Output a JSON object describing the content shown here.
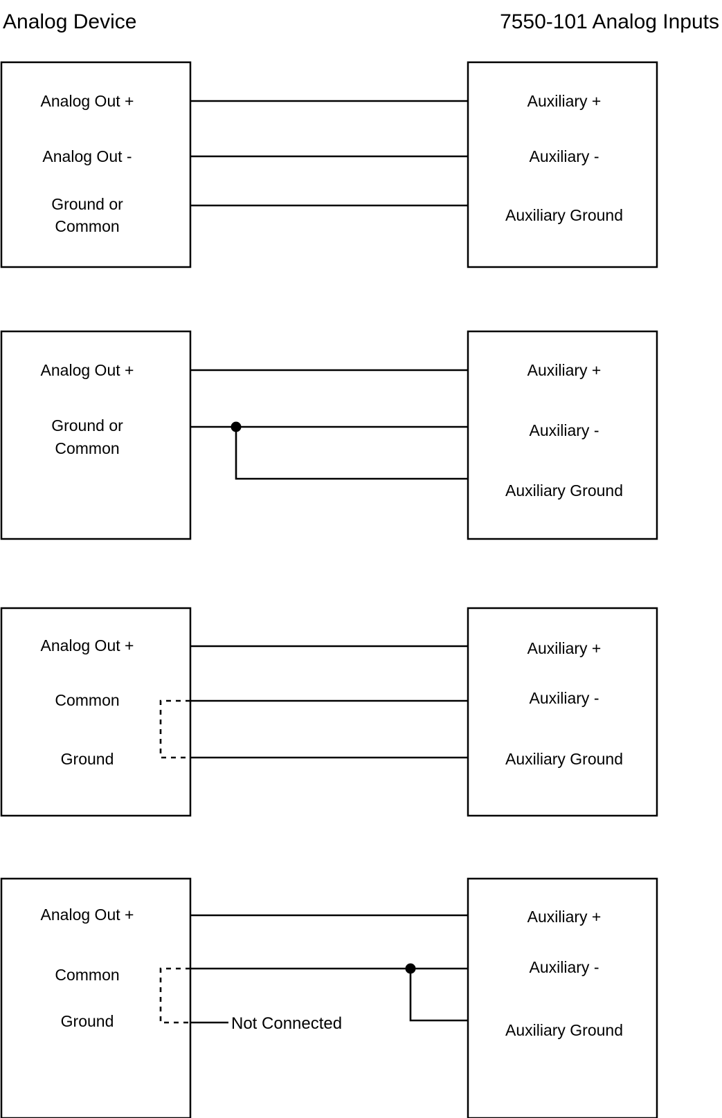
{
  "page": {
    "title": "Analog Device to 7550-101 Analog Inputs wiring diagrams",
    "background_color": "#ffffff",
    "line_color": "#000000",
    "text_color": "#000000"
  },
  "headers": {
    "left": "Analog Device",
    "right": "7550-101 Analog Inputs"
  },
  "diagrams": [
    {
      "id": "diagram-1",
      "left_terminals": [
        "Analog Out +",
        "Analog Out -",
        "Ground or",
        "Common"
      ],
      "right_terminals": [
        "Auxiliary +",
        "Auxiliary -",
        "Auxiliary Ground"
      ],
      "connections": [
        "Analog Out + to Auxiliary +",
        "Analog Out - to Auxiliary -",
        "Ground or Common to Auxiliary Ground"
      ],
      "junction_dots": 0,
      "dashed_links": 0,
      "notes": []
    },
    {
      "id": "diagram-2",
      "left_terminals": [
        "Analog Out +",
        "Ground or",
        "Common"
      ],
      "right_terminals": [
        "Auxiliary +",
        "Auxiliary -",
        "Auxiliary Ground"
      ],
      "connections": [
        "Analog Out + to Auxiliary +",
        "Ground or Common to Auxiliary - with junction branching to Auxiliary Ground"
      ],
      "junction_dots": 1,
      "dashed_links": 0,
      "notes": []
    },
    {
      "id": "diagram-3",
      "left_terminals": [
        "Analog Out +",
        "Common",
        "Ground"
      ],
      "right_terminals": [
        "Auxiliary +",
        "Auxiliary -",
        "Auxiliary Ground"
      ],
      "connections": [
        "Analog Out + to Auxiliary +",
        "Common to Auxiliary -",
        "Ground to Auxiliary Ground",
        "Common and Ground linked internally (dashed)"
      ],
      "junction_dots": 0,
      "dashed_links": 1,
      "notes": []
    },
    {
      "id": "diagram-4",
      "left_terminals": [
        "Analog Out +",
        "Common",
        "Ground"
      ],
      "right_terminals": [
        "Auxiliary +",
        "Auxiliary -",
        "Auxiliary Ground"
      ],
      "connections": [
        "Analog Out + to Auxiliary +",
        "Common to Auxiliary - with junction branching to Auxiliary Ground",
        "Ground not connected"
      ],
      "junction_dots": 1,
      "dashed_links": 1,
      "notes": [
        "Not Connected"
      ]
    }
  ],
  "labels": {
    "analog_out_plus": "Analog Out +",
    "analog_out_minus": "Analog Out -",
    "ground_or": "Ground or",
    "common_word": "Common",
    "ground": "Ground",
    "auxiliary_plus": "Auxiliary +",
    "auxiliary_minus": "Auxiliary -",
    "auxiliary_ground": "Auxiliary Ground",
    "not_connected": "Not Connected"
  }
}
